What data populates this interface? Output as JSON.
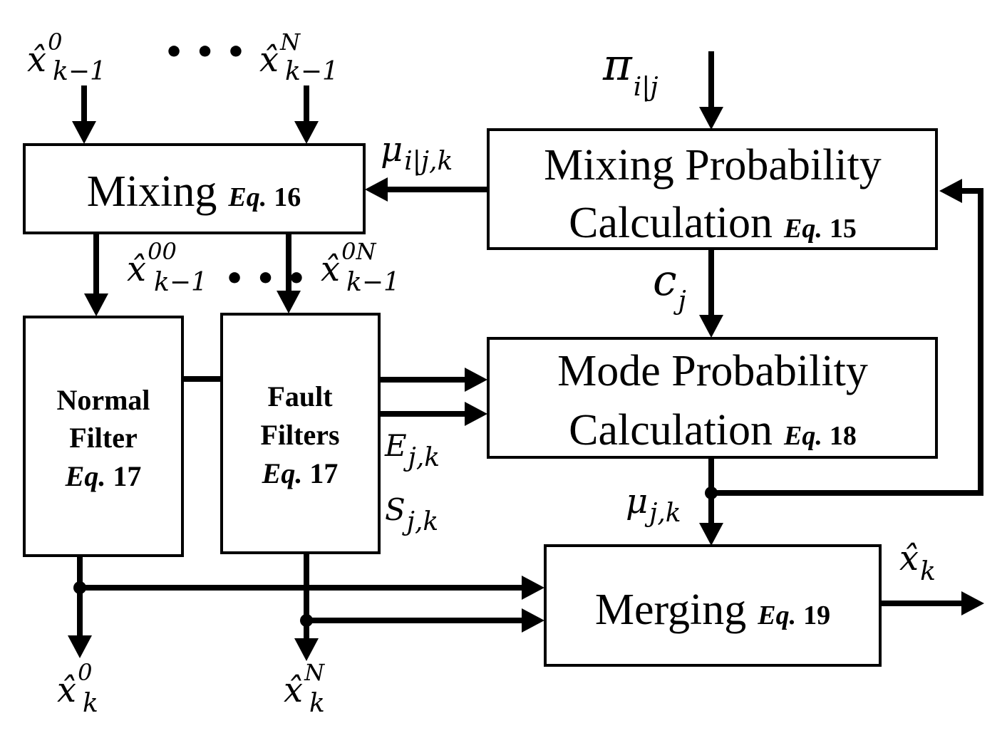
{
  "blocks": {
    "mixing": {
      "label": "Mixing",
      "eq_prefix": "Eq.",
      "eq_num": "16"
    },
    "mixing_prob": {
      "line1": "Mixing Probability",
      "line2": "Calculation",
      "eq_prefix": "Eq.",
      "eq_num": "15"
    },
    "mode_prob": {
      "line1": "Mode Probability",
      "line2": "Calculation",
      "eq_prefix": "Eq.",
      "eq_num": "18"
    },
    "normal_filter": {
      "line1": "Normal",
      "line2": "Filter",
      "eq_prefix": "Eq.",
      "eq_num": "17"
    },
    "fault_filters": {
      "line1": "Fault",
      "line2": "Filters",
      "eq_prefix": "Eq.",
      "eq_num": "17"
    },
    "merging": {
      "label": "Merging",
      "eq_prefix": "Eq.",
      "eq_num": "19"
    }
  },
  "signals": {
    "in0": {
      "base": "x̂",
      "sup": "0",
      "sub": "k−1"
    },
    "inN": {
      "base": "x̂",
      "sup": "N",
      "sub": "k−1"
    },
    "in_dots": "• • •",
    "pi": {
      "base": "π",
      "sub": "i|j"
    },
    "mu_mix": {
      "base": "μ",
      "sub": "i|j,k"
    },
    "mix0": {
      "base": "x̂",
      "sup": "00",
      "sub": "k−1"
    },
    "mix_dots": "• • •",
    "mixN": {
      "base": "x̂",
      "sup": "0N",
      "sub": "k−1"
    },
    "c": {
      "base": "c",
      "sub": "j"
    },
    "E": {
      "base": "E",
      "sub": "j,k"
    },
    "S": {
      "base": "S",
      "sub": "j,k"
    },
    "mu": {
      "base": "μ",
      "sub": "j,k"
    },
    "xk": {
      "base": "x̂",
      "sub": "k"
    },
    "out0": {
      "base": "x̂",
      "sup": "0",
      "sub": "k"
    },
    "outN": {
      "base": "x̂",
      "sup": "N",
      "sub": "k"
    }
  }
}
